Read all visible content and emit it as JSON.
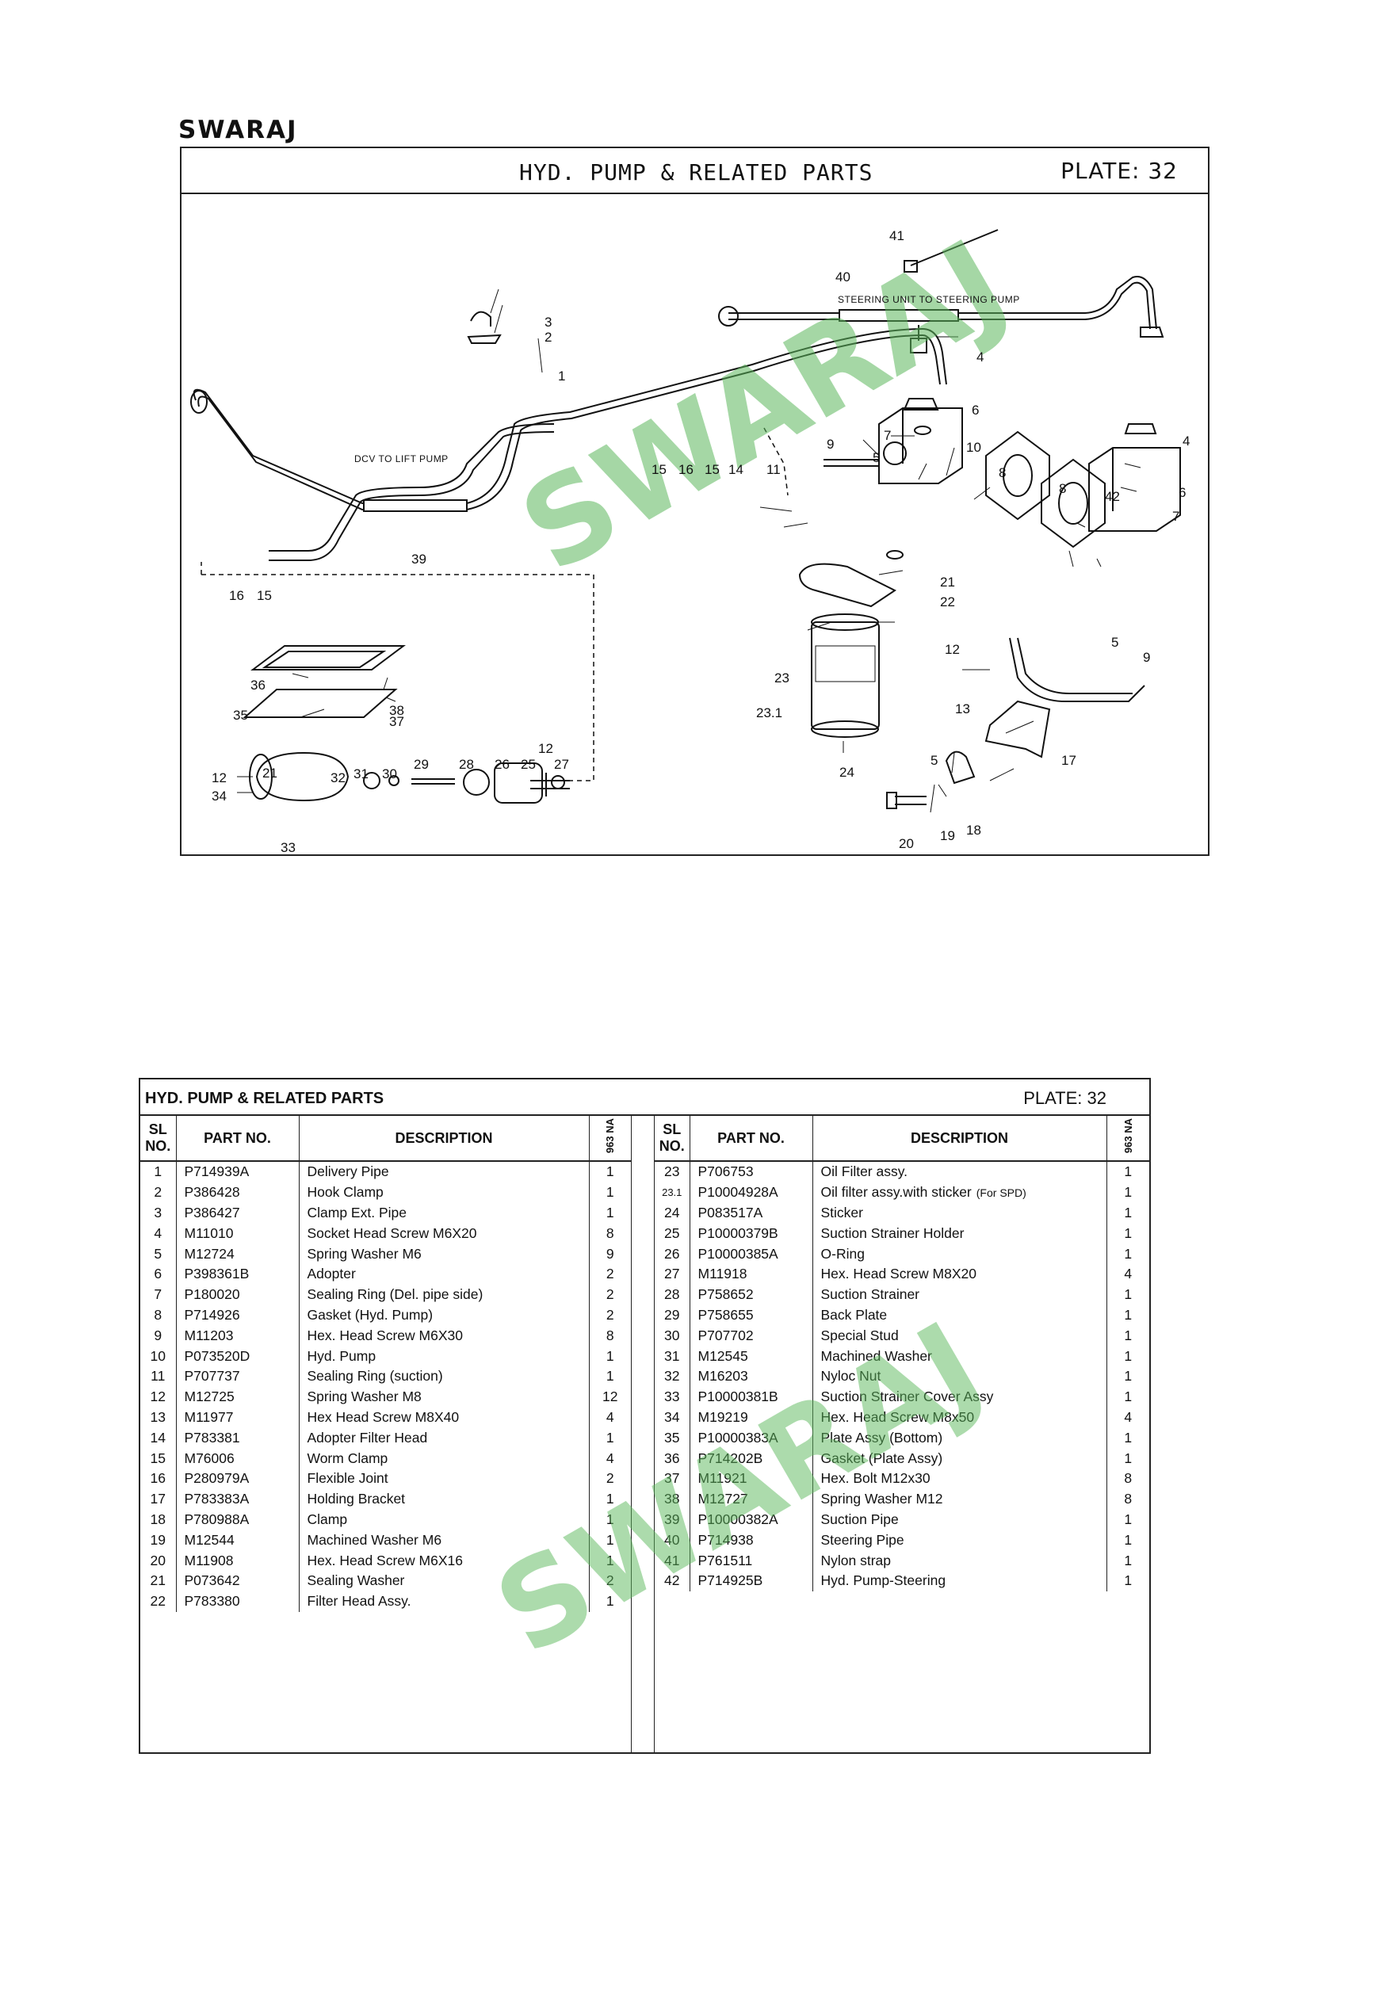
{
  "brand": "SWARAJ",
  "plate": {
    "title": "HYD. PUMP & RELATED PARTS",
    "number_label": "PLATE: 32",
    "pipe_labels": {
      "delivery_pipe": "DCV TO LIFT PUMP",
      "steering_pipe": "STEERING UNIT TO STEERING PUMP"
    },
    "watermark": "SWARAJ",
    "callouts": [
      "1",
      "2",
      "3",
      "4",
      "4",
      "5",
      "5",
      "5",
      "6",
      "6",
      "7",
      "7",
      "8",
      "8",
      "9",
      "9",
      "10",
      "11",
      "12",
      "12",
      "12",
      "13",
      "14",
      "15",
      "15",
      "15",
      "16",
      "16",
      "17",
      "18",
      "19",
      "20",
      "21",
      "21",
      "22",
      "23",
      "23.1",
      "24",
      "25",
      "26",
      "27",
      "28",
      "29",
      "30",
      "31",
      "32",
      "33",
      "34",
      "35",
      "36",
      "37",
      "38",
      "39",
      "40",
      "41",
      "42"
    ]
  },
  "parts_table": {
    "title": "HYD. PUMP & RELATED PARTS",
    "plate_label": "PLATE: 32",
    "headers": {
      "sl_line1": "SL",
      "sl_line2": "NO.",
      "part_no": "PART NO.",
      "description": "DESCRIPTION",
      "qty": "963 NA"
    },
    "watermark": "SWARAJ",
    "left_rows": [
      {
        "sl": "1",
        "part": "P714939A",
        "desc": "Delivery Pipe",
        "qty": "1"
      },
      {
        "sl": "2",
        "part": "P386428",
        "desc": "Hook Clamp",
        "qty": "1"
      },
      {
        "sl": "3",
        "part": "P386427",
        "desc": "Clamp Ext. Pipe",
        "qty": "1"
      },
      {
        "sl": "4",
        "part": "M11010",
        "desc": "Socket Head Screw M6X20",
        "qty": "8"
      },
      {
        "sl": "5",
        "part": "M12724",
        "desc": "Spring Washer M6",
        "qty": "9"
      },
      {
        "sl": "6",
        "part": "P398361B",
        "desc": "Adopter",
        "qty": "2"
      },
      {
        "sl": "7",
        "part": "P180020",
        "desc": "Sealing Ring (Del. pipe side)",
        "qty": "2"
      },
      {
        "sl": "8",
        "part": "P714926",
        "desc": "Gasket (Hyd. Pump)",
        "qty": "2"
      },
      {
        "sl": "9",
        "part": "M11203",
        "desc": "Hex. Head Screw M6X30",
        "qty": "8"
      },
      {
        "sl": "10",
        "part": "P073520D",
        "desc": "Hyd. Pump",
        "qty": "1"
      },
      {
        "sl": "11",
        "part": "P707737",
        "desc": "Sealing Ring (suction)",
        "qty": "1"
      },
      {
        "sl": "12",
        "part": "M12725",
        "desc": "Spring Washer M8",
        "qty": "12"
      },
      {
        "sl": "13",
        "part": "M11977",
        "desc": "Hex Head Screw M8X40",
        "qty": "4"
      },
      {
        "sl": "14",
        "part": "P783381",
        "desc": "Adopter Filter Head",
        "qty": "1"
      },
      {
        "sl": "15",
        "part": "M76006",
        "desc": "Worm Clamp",
        "qty": "4"
      },
      {
        "sl": "16",
        "part": "P280979A",
        "desc": "Flexible Joint",
        "qty": "2"
      },
      {
        "sl": "17",
        "part": "P783383A",
        "desc": "Holding Bracket",
        "qty": "1"
      },
      {
        "sl": "18",
        "part": "P780988A",
        "desc": "Clamp",
        "qty": "1"
      },
      {
        "sl": "19",
        "part": "M12544",
        "desc": "Machined Washer M6",
        "qty": "1"
      },
      {
        "sl": "20",
        "part": "M11908",
        "desc": "Hex. Head Screw M6X16",
        "qty": "1"
      },
      {
        "sl": "21",
        "part": "P073642",
        "desc": "Sealing Washer",
        "qty": "2"
      },
      {
        "sl": "22",
        "part": "P783380",
        "desc": "Filter Head Assy.",
        "qty": "1"
      }
    ],
    "right_rows": [
      {
        "sl": "23",
        "part": "P706753",
        "desc": "Oil Filter assy.",
        "note": "",
        "qty": "1"
      },
      {
        "sl": "23.1",
        "part": "P10004928A",
        "desc": "Oil filter assy.with sticker",
        "note": "(For SPD)",
        "qty": "1"
      },
      {
        "sl": "24",
        "part": "P083517A",
        "desc": "Sticker",
        "note": "",
        "qty": "1"
      },
      {
        "sl": "25",
        "part": "P10000379B",
        "desc": "Suction Strainer Holder",
        "note": "",
        "qty": "1"
      },
      {
        "sl": "26",
        "part": "P10000385A",
        "desc": "O-Ring",
        "note": "",
        "qty": "1"
      },
      {
        "sl": "27",
        "part": "M11918",
        "desc": "Hex. Head Screw M8X20",
        "note": "",
        "qty": "4"
      },
      {
        "sl": "28",
        "part": "P758652",
        "desc": "Suction Strainer",
        "note": "",
        "qty": "1"
      },
      {
        "sl": "29",
        "part": "P758655",
        "desc": "Back Plate",
        "note": "",
        "qty": "1"
      },
      {
        "sl": "30",
        "part": "P707702",
        "desc": "Special Stud",
        "note": "",
        "qty": "1"
      },
      {
        "sl": "31",
        "part": "M12545",
        "desc": "Machined Washer",
        "note": "",
        "qty": "1"
      },
      {
        "sl": "32",
        "part": "M16203",
        "desc": "Nyloc Nut",
        "note": "",
        "qty": "1"
      },
      {
        "sl": "33",
        "part": "P10000381B",
        "desc": "Suction Strainer Cover Assy",
        "note": "",
        "qty": "1"
      },
      {
        "sl": "34",
        "part": "M19219",
        "desc": "Hex. Head Screw M8x50",
        "note": "",
        "qty": "4"
      },
      {
        "sl": "35",
        "part": "P10000383A",
        "desc": "Plate Assy (Bottom)",
        "note": "",
        "qty": "1"
      },
      {
        "sl": "36",
        "part": "P714202B",
        "desc": "Gasket (Plate Assy)",
        "note": "",
        "qty": "1"
      },
      {
        "sl": "37",
        "part": "M11921",
        "desc": "Hex. Bolt M12x30",
        "note": "",
        "qty": "8"
      },
      {
        "sl": "38",
        "part": "M12727",
        "desc": "Spring Washer M12",
        "note": "",
        "qty": "8"
      },
      {
        "sl": "39",
        "part": "P10000382A",
        "desc": "Suction Pipe",
        "note": "",
        "qty": "1"
      },
      {
        "sl": "40",
        "part": "P714938",
        "desc": "Steering Pipe",
        "note": "",
        "qty": "1"
      },
      {
        "sl": "41",
        "part": "P761511",
        "desc": "Nylon strap",
        "note": "",
        "qty": "1"
      },
      {
        "sl": "42",
        "part": "P714925B",
        "desc": "Hyd. Pump-Steering",
        "note": "",
        "qty": "1"
      }
    ]
  }
}
